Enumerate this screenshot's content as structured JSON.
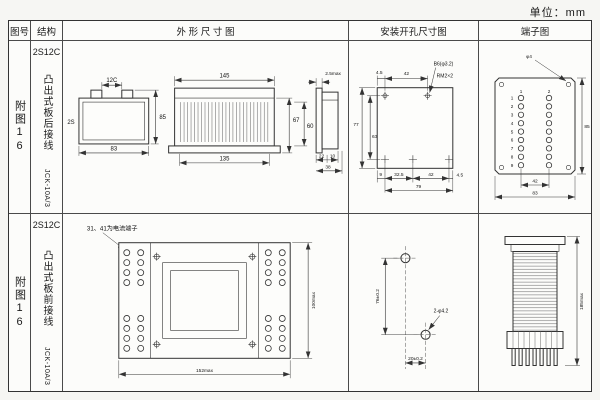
{
  "unit_label": "单位：mm",
  "headers": {
    "fig_no": "图号",
    "structure": "结构",
    "outline": "外 形 尺 寸 图",
    "mounting": "安装开孔尺寸图",
    "terminal": "端子图"
  },
  "row1": {
    "fig": "附图16",
    "model": "2S12C",
    "desc": "凸出式板后接线",
    "code": "JCK-10A/3",
    "outline": {
      "top_label": "12C",
      "side_label": "2S",
      "w83": "83",
      "h85": "85",
      "w145": "145",
      "h67": "67",
      "h60": "60",
      "w135": "135",
      "t25": "2.5max",
      "d22": "22",
      "d10": "10",
      "d38": "38"
    },
    "mount": {
      "d45a": "4.5",
      "d42a": "42",
      "hole_label": "B6(φ3.2)",
      "screw_label": "RM2×2",
      "h77": "77",
      "h63": "63",
      "d9": "9",
      "d325": "32.5",
      "d42b": "42",
      "d45b": "4.5",
      "d79": "79"
    },
    "term": {
      "hole_label": "φ4",
      "h85": "85",
      "w42": "42",
      "w83": "83",
      "col_headers": [
        "1",
        "2"
      ],
      "row_numbers": [
        "1",
        "2",
        "3",
        "4",
        "5",
        "6",
        "7",
        "8",
        "9"
      ]
    }
  },
  "row2": {
    "fig": "附图16",
    "model": "2S12C",
    "desc": "凸出式板前接线",
    "code": "JCK-10A/3",
    "outline": {
      "note": "31、41为电流端子",
      "h100": "100max",
      "w152": "152max"
    },
    "mount": {
      "v76": "76±0.2",
      "hole_label": "2-φ4.2",
      "h20": "20±0.2"
    },
    "term": {
      "h185": "185max"
    }
  }
}
